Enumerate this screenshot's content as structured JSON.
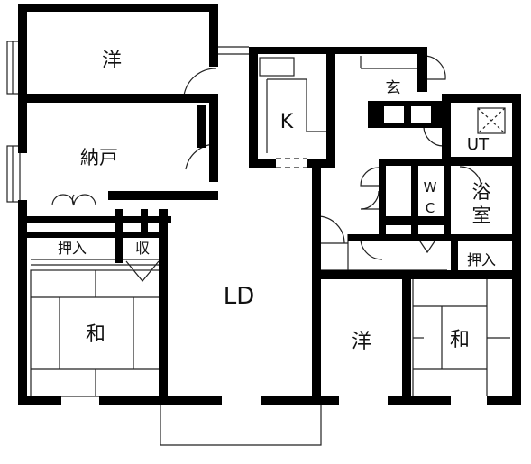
{
  "floorplan": {
    "rooms": {
      "western_top": "洋",
      "storage_room": "納戸",
      "kitchen": "K",
      "entrance": "玄",
      "utility": "UT",
      "toilet_w": "W",
      "toilet_c": "C",
      "bath_1": "浴",
      "bath_2": "室",
      "closet_left": "押入",
      "storage_small": "収",
      "living_dining": "LD",
      "japanese_left": "和",
      "western_bottom": "洋",
      "japanese_right": "和",
      "closet_right": "押入"
    },
    "colors": {
      "wall": "#000000",
      "line": "#222222",
      "background": "#ffffff"
    }
  }
}
